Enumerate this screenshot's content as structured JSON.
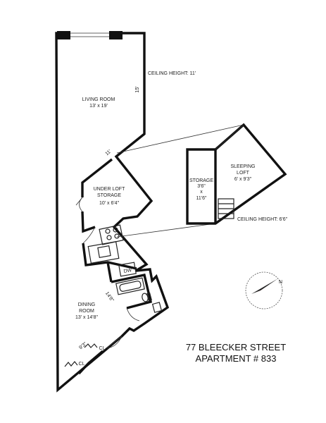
{
  "rooms": {
    "living_room": {
      "name": "LIVING ROOM",
      "size": "13' x 19'"
    },
    "under_loft_storage": {
      "name_line1": "UNDER LOFT",
      "name_line2": "STORAGE",
      "size": "10' x 6'4\""
    },
    "dining_room": {
      "name_line1": "DINING",
      "name_line2": "ROOM",
      "size": "13' x 14'8\""
    },
    "storage": {
      "name": "STORAGE",
      "size_a": "3'6\"",
      "size_x": "x",
      "size_b": "11'6\""
    },
    "sleeping_loft": {
      "name_line1": "SLEEPING",
      "name_line2": "LOFT",
      "size": "6' x 9'3\""
    }
  },
  "ceiling_heights": {
    "main": "CEILING HEIGHT: 11'",
    "loft": "CEILING HEIGHT: 6'6\""
  },
  "dimensions": {
    "living_height": "15'",
    "living_corner": "11'",
    "kitchen_side": "14'8\"",
    "dining_entry": "9'3\""
  },
  "fixtures": {
    "dishwasher": "DW",
    "closet_1": "CL.",
    "closet_2": "CL"
  },
  "address": {
    "line1": "77 BLEECKER STREET",
    "line2": "APARTMENT # 833"
  },
  "compass": {
    "north_letter": "N",
    "accent_color": "#d8262c"
  }
}
